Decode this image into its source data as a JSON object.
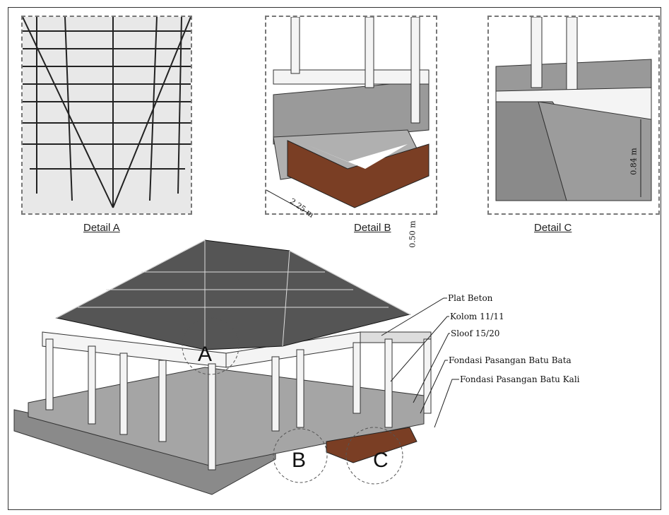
{
  "details": [
    {
      "caption": "Detail A"
    },
    {
      "caption": "Detail B",
      "dims": [
        "2.25 m",
        "0.50 m"
      ]
    },
    {
      "caption": "Detail C",
      "dims": [
        "0.84 m"
      ]
    }
  ],
  "labels": [
    "Plat Beton",
    "Kolom 11/11",
    "Sloof 15/20",
    "Fondasi Pasangan Batu Bata",
    "Fondasi Pasangan Batu Kali"
  ],
  "markers": [
    "A",
    "B",
    "C"
  ],
  "colors": {
    "stone": "#8a8a8a",
    "brick": "#7a3e24",
    "frame": "#f4f4f4"
  }
}
